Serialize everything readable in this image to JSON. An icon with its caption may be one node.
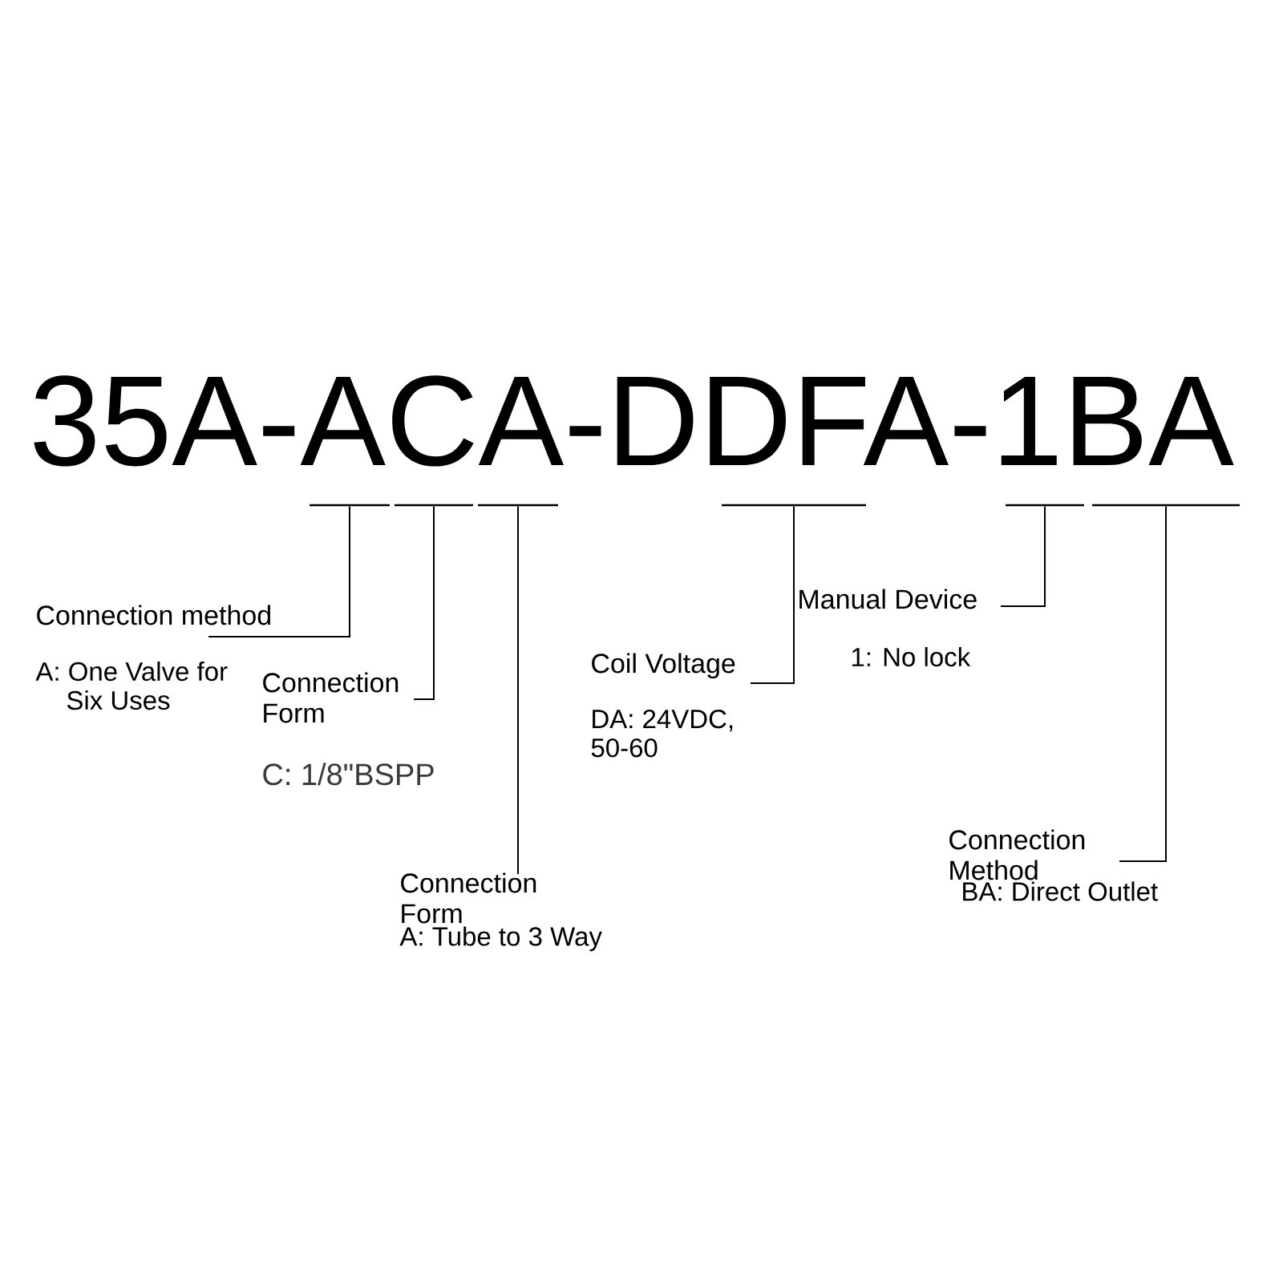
{
  "diagram": {
    "nodes": [
      {
        "text": [],
        "shape": "bar"
      },
      {
        "text": [],
        "shape": "bar"
      },
      {
        "text": [],
        "shape": "bar"
      },
      {
        "text": [],
        "shape": "bar"
      },
      {
        "text": [],
        "shape": "bar"
      },
      {
        "text": [],
        "shape": "bar"
      },
      {
        "text": [
          "Connection method",
          "A: One Valve for Six Uses"
        ]
      },
      {
        "text": [
          "Connection Form",
          "C: 1/8\"BSPP"
        ]
      },
      {
        "text": [
          "Connection Form",
          "A: Tube to 3 Way"
        ]
      },
      {
        "text": [
          "Coil Voltage",
          "DA: 24VDC, 50-60"
        ]
      },
      {
        "text": [
          "Manual Device",
          "1: No lock"
        ]
      },
      {
        "text": [
          "Connection Method",
          "BA: Direct Outlet"
        ]
      }
    ],
    "edges": [
      {
        "from": 6,
        "to": 0,
        "arrow": "none"
      },
      {
        "from": 7,
        "to": 1,
        "arrow": "none"
      },
      {
        "from": 8,
        "to": 2,
        "arrow": "none"
      },
      {
        "from": 9,
        "to": 3,
        "arrow": "none"
      },
      {
        "from": 10,
        "to": 4,
        "arrow": "none"
      },
      {
        "from": 11,
        "to": 5,
        "arrow": "none"
      }
    ],
    "labels": [
      "35A-ACA-DDFA-1BA"
    ]
  }
}
